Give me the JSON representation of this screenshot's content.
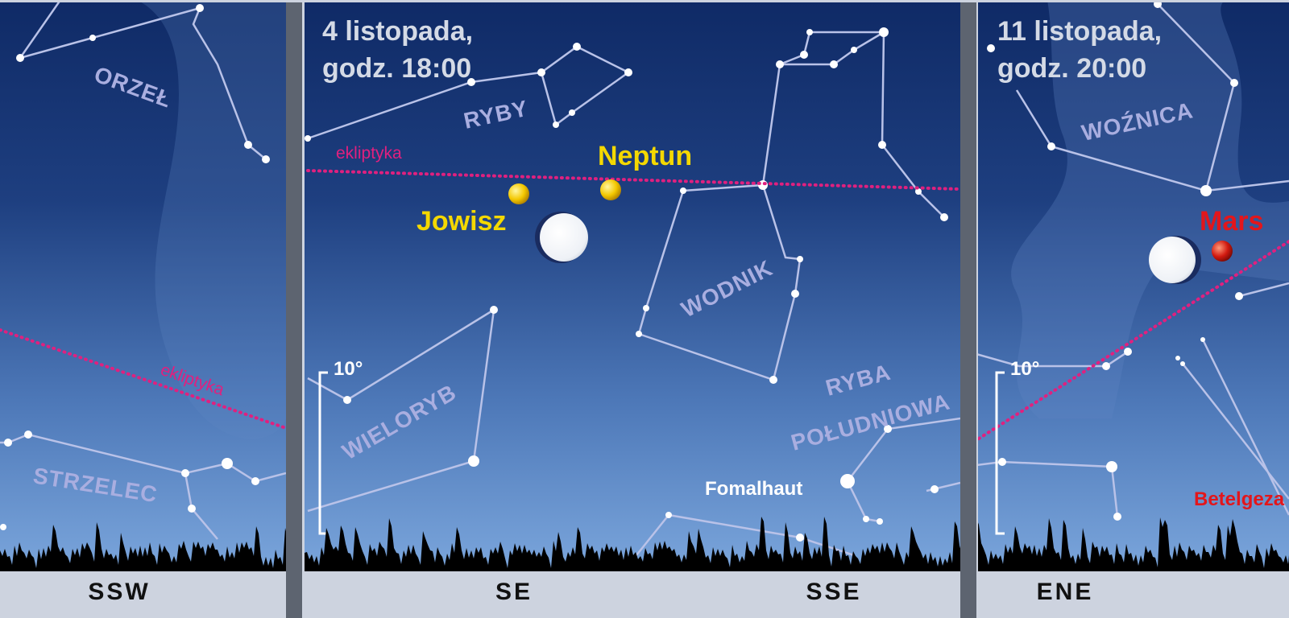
{
  "panels": [
    {
      "constellations": [
        "ORZEŁ",
        "STRZELEC"
      ],
      "ecliptic_label": "ekliptyka",
      "directions": [
        "SSW"
      ]
    },
    {
      "date": "4 listopada,",
      "time": "godz. 18:00",
      "constellations": [
        "RYBY",
        "WODNIK",
        "WIELORYB",
        "RYBA",
        "POŁUDNIOWA"
      ],
      "ecliptic_label": "ekliptyka",
      "planets": [
        "Neptun",
        "Jowisz"
      ],
      "star": "Fomalhaut",
      "scale": "10°",
      "directions": [
        "SE",
        "SSE"
      ]
    },
    {
      "date": "11 listopada,",
      "time": "godz. 20:00",
      "constellations": [
        "WOŹNICA"
      ],
      "planets": [
        "Mars"
      ],
      "star": "Betelgeza",
      "scale": "10°",
      "directions": [
        "ENE"
      ]
    }
  ],
  "colors": {
    "planet_yellow": "#f4d800",
    "planet_red": "#e3161b",
    "ecliptic": "#e0207f",
    "sky_top": "#0f2a66",
    "sky_bottom": "#7ba6dc"
  }
}
